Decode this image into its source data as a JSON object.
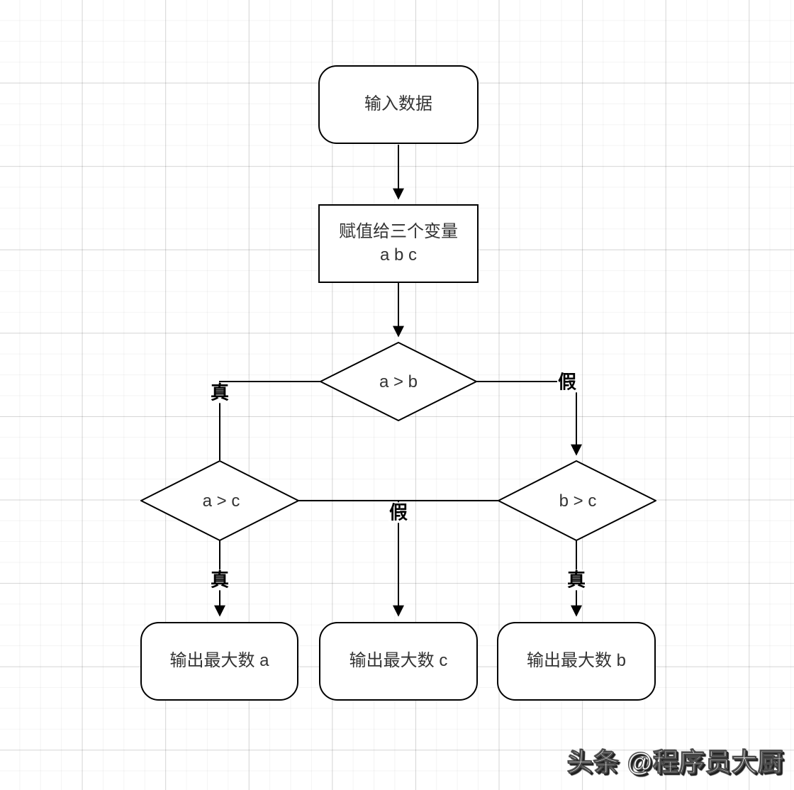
{
  "flowchart": {
    "start": {
      "label": "输入数据"
    },
    "assign": {
      "line1": "赋值给三个变量",
      "line2": "a b c"
    },
    "cond_ab": {
      "label": "a > b"
    },
    "cond_ac": {
      "label": "a > c"
    },
    "cond_bc": {
      "label": "b > c"
    },
    "out_a": {
      "label": "输出最大数 a"
    },
    "out_c": {
      "label": "输出最大数 c"
    },
    "out_b": {
      "label": "输出最大数 b"
    },
    "edge_labels": {
      "ab_true": "真",
      "ab_false": "假",
      "ac_true": "真",
      "ac_false": "假",
      "bc_true": "真"
    },
    "colors": {
      "stroke": "#000000",
      "node_fill": "#ffffff",
      "node_text": "#333333",
      "label_text": "#000000"
    }
  },
  "watermark": {
    "text": "头条 @程序员大厨"
  }
}
